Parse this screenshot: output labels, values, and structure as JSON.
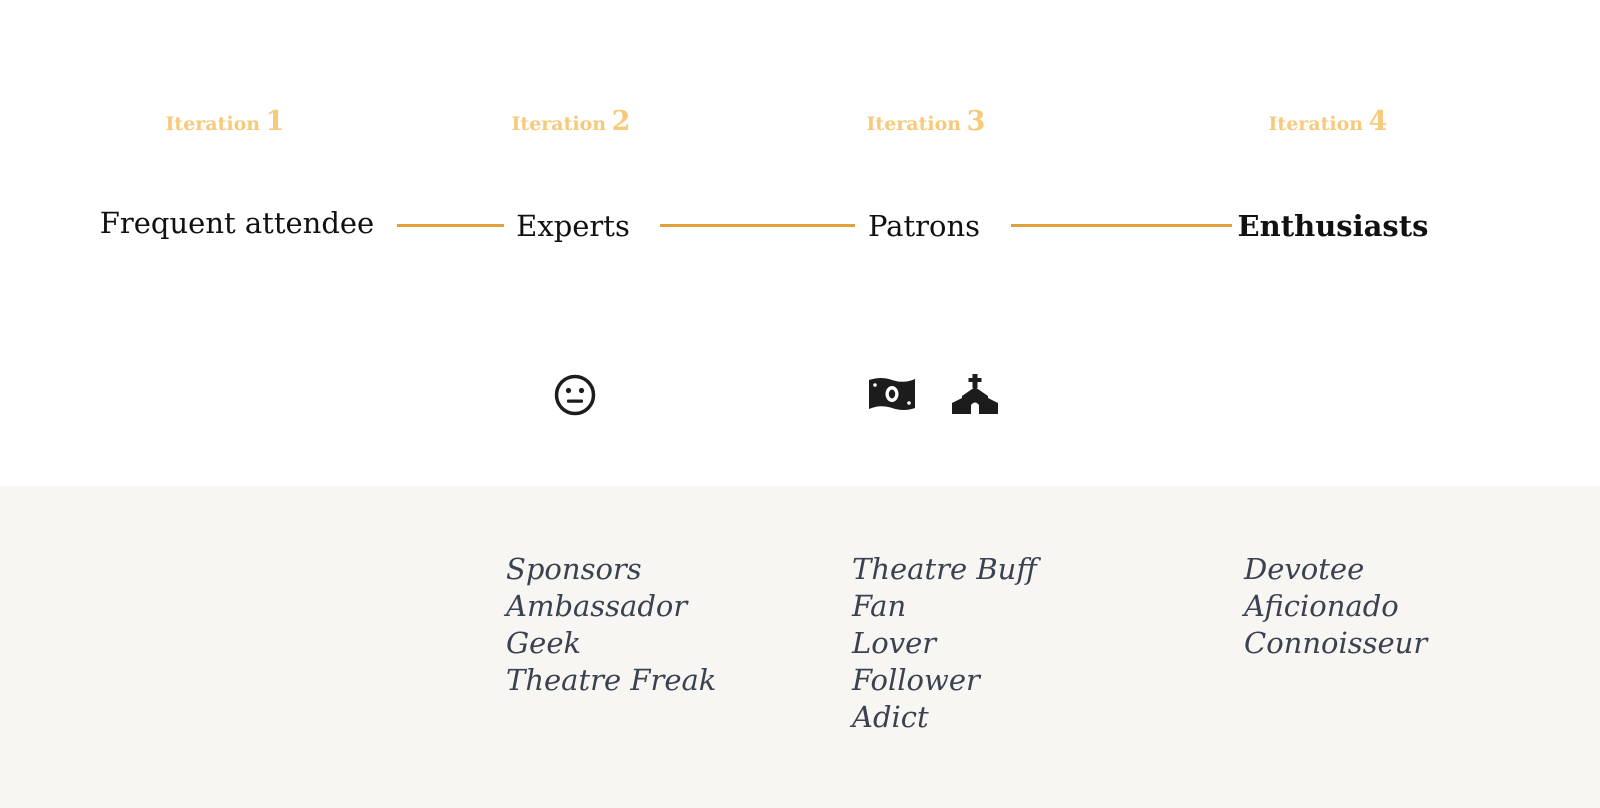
{
  "iterations": [
    {
      "label": "Iteration",
      "number": "1"
    },
    {
      "label": "Iteration",
      "number": "2"
    },
    {
      "label": "Iteration",
      "number": "3"
    },
    {
      "label": "Iteration",
      "number": "4"
    }
  ],
  "stages": [
    {
      "name": "Frequent attendee"
    },
    {
      "name": "Experts"
    },
    {
      "name": "Patrons"
    },
    {
      "name": "Enthusiasts"
    }
  ],
  "icons": [
    "neutral-face-icon",
    "money-bill-icon",
    "church-icon"
  ],
  "synonyms": {
    "experts": [
      "Sponsors",
      "Ambassador",
      "Geek",
      "Theatre Freak"
    ],
    "patrons": [
      "Theatre Buff",
      "Fan",
      "Lover",
      "Follower",
      "Adict"
    ],
    "enthusiasts": [
      "Devotee",
      "Aficionado",
      "Connoisseur"
    ]
  },
  "colors": {
    "iteration_label": "#f7c97a",
    "connector": "#e0a238",
    "stage_text": "#111111",
    "synonym_text": "#3a4150",
    "bottom_background": "#f8f6f2"
  }
}
